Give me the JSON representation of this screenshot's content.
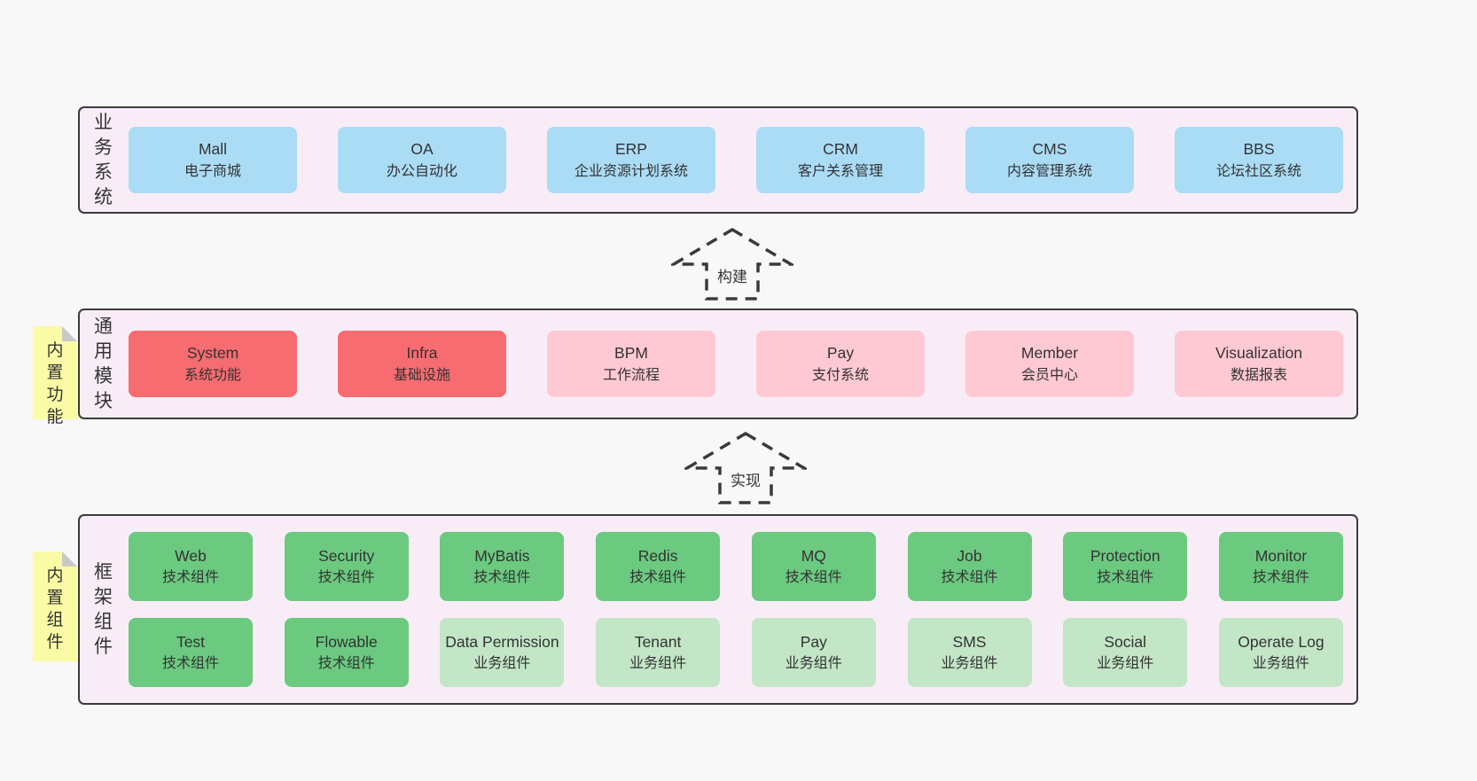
{
  "colors": {
    "page_bg": "#f8f8f8",
    "section_bg": "#f8edf6",
    "section_border": "#3b3b3b",
    "blue_box": "#abdcf6",
    "red_box": "#f76c70",
    "pink_box": "#ffc9d3",
    "green_box": "#6bca80",
    "light_green_box": "#c2e6c6",
    "sticky_note": "#fafba4"
  },
  "business_section": {
    "label": "业务系统",
    "boxes": [
      {
        "name": "Mall",
        "desc": "电子商城"
      },
      {
        "name": "OA",
        "desc": "办公自动化"
      },
      {
        "name": "ERP",
        "desc": "企业资源计划系统"
      },
      {
        "name": "CRM",
        "desc": "客户关系管理"
      },
      {
        "name": "CMS",
        "desc": "内容管理系统"
      },
      {
        "name": "BBS",
        "desc": "论坛社区系统"
      }
    ]
  },
  "build_arrow": {
    "label": "构建"
  },
  "modules_section": {
    "label": "通用模块",
    "sticky_note": "内置功能",
    "boxes": [
      {
        "name": "System",
        "desc": "系统功能"
      },
      {
        "name": "Infra",
        "desc": "基础设施"
      },
      {
        "name": "BPM",
        "desc": "工作流程"
      },
      {
        "name": "Pay",
        "desc": "支付系统"
      },
      {
        "name": "Member",
        "desc": "会员中心"
      },
      {
        "name": "Visualization",
        "desc": "数据报表"
      }
    ]
  },
  "implement_arrow": {
    "label": "实现"
  },
  "framework_section": {
    "label": "框架组件",
    "sticky_note": "内置组件",
    "row1": [
      {
        "name": "Web",
        "desc": "技术组件"
      },
      {
        "name": "Security",
        "desc": "技术组件"
      },
      {
        "name": "MyBatis",
        "desc": "技术组件"
      },
      {
        "name": "Redis",
        "desc": "技术组件"
      },
      {
        "name": "MQ",
        "desc": "技术组件"
      },
      {
        "name": "Job",
        "desc": "技术组件"
      },
      {
        "name": "Protection",
        "desc": "技术组件"
      },
      {
        "name": "Monitor",
        "desc": "技术组件"
      }
    ],
    "row2": [
      {
        "name": "Test",
        "desc": "技术组件"
      },
      {
        "name": "Flowable",
        "desc": "技术组件"
      },
      {
        "name": "Data Permission",
        "desc": "业务组件"
      },
      {
        "name": "Tenant",
        "desc": "业务组件"
      },
      {
        "name": "Pay",
        "desc": "业务组件"
      },
      {
        "name": "SMS",
        "desc": "业务组件"
      },
      {
        "name": "Social",
        "desc": "业务组件"
      },
      {
        "name": "Operate Log",
        "desc": "业务组件"
      }
    ]
  }
}
